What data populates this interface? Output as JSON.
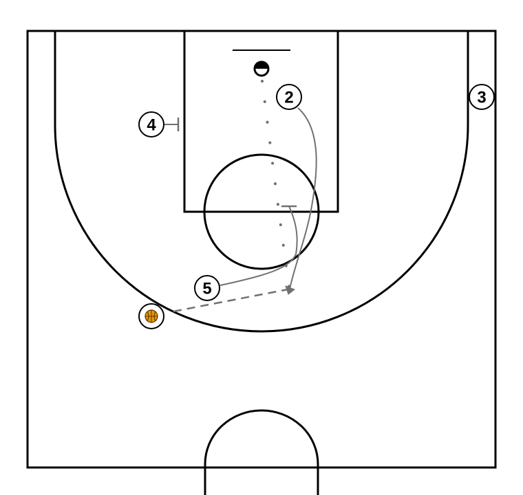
{
  "colors": {
    "court_line": "#000000",
    "action_line": "#707070",
    "ball": "#e8960c",
    "background": "#ffffff"
  },
  "players": [
    {
      "id": "player-2",
      "label": "2"
    },
    {
      "id": "player-3",
      "label": "3"
    },
    {
      "id": "player-4",
      "label": "4"
    },
    {
      "id": "player-5",
      "label": "5"
    }
  ],
  "ball": {
    "icon": "basketball-icon",
    "holder": "none"
  },
  "actions": [
    {
      "type": "cut",
      "from": "2",
      "to": "top-of-key"
    },
    {
      "type": "screen",
      "by": "4"
    },
    {
      "type": "screen",
      "by": "5"
    },
    {
      "type": "dribble",
      "path": "basket-to-top-of-key"
    },
    {
      "type": "pass",
      "from": "ball",
      "to": "top-of-key"
    }
  ]
}
